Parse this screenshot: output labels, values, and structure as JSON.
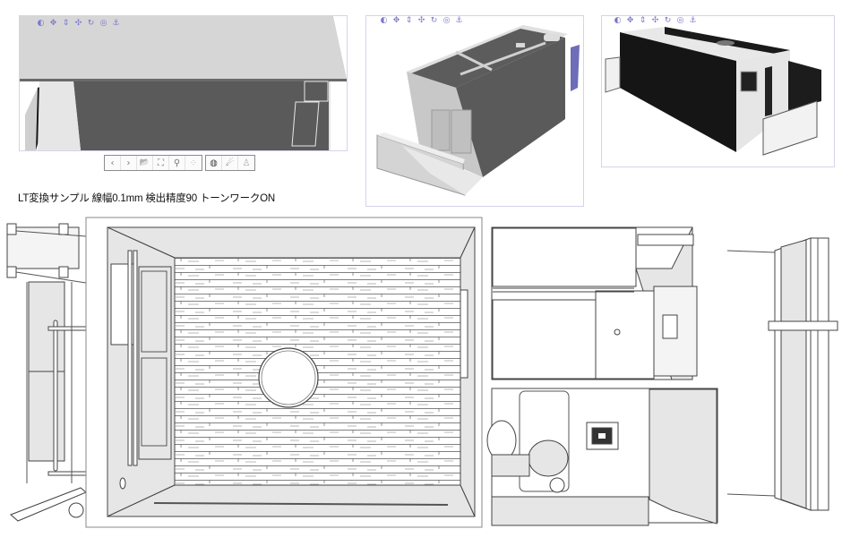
{
  "viewports": [
    {
      "name": "viewport-1",
      "view": "side-elevation",
      "nav_icons": [
        "orbit-icon",
        "pan-icon",
        "zoom-icon",
        "move-icon",
        "rotate-icon",
        "look-icon",
        "center-icon"
      ]
    },
    {
      "name": "viewport-2",
      "view": "isometric-shaded-gray",
      "nav_icons": [
        "orbit-icon",
        "pan-icon",
        "zoom-icon",
        "move-icon",
        "rotate-icon",
        "look-icon",
        "center-icon"
      ]
    },
    {
      "name": "viewport-3",
      "view": "isometric-shaded-black",
      "nav_icons": [
        "orbit-icon",
        "pan-icon",
        "zoom-icon",
        "move-icon",
        "rotate-icon",
        "look-icon",
        "center-icon"
      ]
    }
  ],
  "toolbar": {
    "group1": [
      {
        "name": "prev-button",
        "icon": "‹"
      },
      {
        "name": "next-button",
        "icon": "›"
      },
      {
        "name": "open-model-button",
        "icon": "📂"
      },
      {
        "name": "fit-view-button",
        "icon": "⛶"
      },
      {
        "name": "camera-height-button",
        "icon": "⚲"
      },
      {
        "name": "reset-button",
        "icon": "⁘"
      }
    ],
    "group2": [
      {
        "name": "render-style-button",
        "icon": "◍"
      },
      {
        "name": "light-button",
        "icon": "☄"
      },
      {
        "name": "figure-button",
        "icon": "♙"
      }
    ]
  },
  "caption": {
    "text": "LT変換サンプル  線幅0.1mm 検出精度90 トーンワークON"
  },
  "colors": {
    "nav_icon": "#7a78cc",
    "viewport_border": "#d4d4ec",
    "wall_dark": "#5a5a5a",
    "wall_black": "#151515",
    "ceiling": "#d6d6d6",
    "tone_gray": "#e6e6e6",
    "accent_blue": "#6d6db8"
  }
}
